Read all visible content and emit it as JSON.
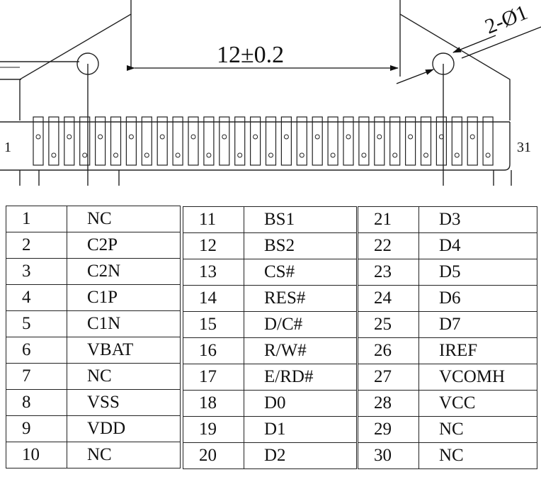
{
  "drawing": {
    "dimension_label": "12±0.2",
    "hole_label": "2-Ø1",
    "pin_first_label": "1",
    "pin_last_label": "31"
  },
  "pin_table": {
    "columns": [
      [
        {
          "pin": "1",
          "signal": "NC"
        },
        {
          "pin": "2",
          "signal": "C2P"
        },
        {
          "pin": "3",
          "signal": "C2N"
        },
        {
          "pin": "4",
          "signal": "C1P"
        },
        {
          "pin": "5",
          "signal": "C1N"
        },
        {
          "pin": "6",
          "signal": "VBAT"
        },
        {
          "pin": "7",
          "signal": "NC"
        },
        {
          "pin": "8",
          "signal": "VSS"
        },
        {
          "pin": "9",
          "signal": "VDD"
        },
        {
          "pin": "10",
          "signal": "NC"
        }
      ],
      [
        {
          "pin": "11",
          "signal": "BS1"
        },
        {
          "pin": "12",
          "signal": "BS2"
        },
        {
          "pin": "13",
          "signal": "CS#"
        },
        {
          "pin": "14",
          "signal": "RES#"
        },
        {
          "pin": "15",
          "signal": "D/C#"
        },
        {
          "pin": "16",
          "signal": "R/W#"
        },
        {
          "pin": "17",
          "signal": "E/RD#"
        },
        {
          "pin": "18",
          "signal": "D0"
        },
        {
          "pin": "19",
          "signal": "D1"
        },
        {
          "pin": "20",
          "signal": "D2"
        }
      ],
      [
        {
          "pin": "21",
          "signal": "D3"
        },
        {
          "pin": "22",
          "signal": "D4"
        },
        {
          "pin": "23",
          "signal": "D5"
        },
        {
          "pin": "24",
          "signal": "D6"
        },
        {
          "pin": "25",
          "signal": "D7"
        },
        {
          "pin": "26",
          "signal": "IREF"
        },
        {
          "pin": "27",
          "signal": "VCOMH"
        },
        {
          "pin": "28",
          "signal": "VCC"
        },
        {
          "pin": "29",
          "signal": "NC"
        },
        {
          "pin": "30",
          "signal": "NC"
        }
      ]
    ]
  }
}
